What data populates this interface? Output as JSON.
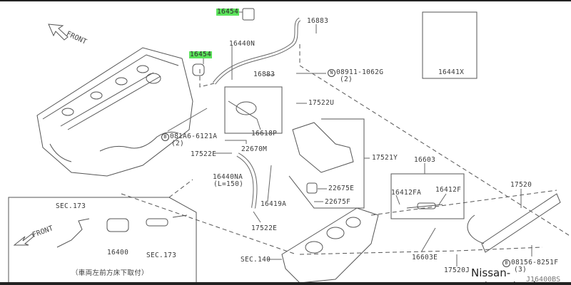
{
  "labels": {
    "p16454_a": "16454",
    "p16454_b": "16454",
    "p16440N": "16440N",
    "p16883_a": "16883",
    "p16883_b": "16883",
    "p08911": "08911-1062G",
    "p08911_qty": "(2)",
    "p08911_prefix": "N",
    "p17522U": "17522U",
    "p16618P": "16618P",
    "p081A6": "081A6-6121A",
    "p081A6_qty": "(2)",
    "p081A6_prefix": "B",
    "p22670M": "22670M",
    "p17522E_a": "17522E",
    "p17521Y": "17521Y",
    "p16603": "16603",
    "p16440NA": "16440NA",
    "p16440NA_len": "(L=150)",
    "p22675E": "22675E",
    "p16412FA": "16412FA",
    "p16412F": "16412F",
    "p17520": "17520",
    "p22675F": "22675F",
    "p16419A": "16419A",
    "p17522E_b": "17522E",
    "p16603E": "16603E",
    "sec140": "SEC.140",
    "p17520J": "17520J",
    "p08156": "08156-8251F",
    "p08156_qty": "(3)",
    "p08156_prefix": "B",
    "p16441X": "16441X"
  },
  "front_label": "FRONT",
  "inset": {
    "sec173_a": "SEC.173",
    "sec173_b": "SEC.173",
    "p16400": "16400",
    "front_label": "FRONT",
    "note": "（車両左前方床下取付）"
  },
  "watermark": "Nissan-autoparts.nl",
  "diagram_code": "J16400BS",
  "highlight_color": "#5ce35c"
}
